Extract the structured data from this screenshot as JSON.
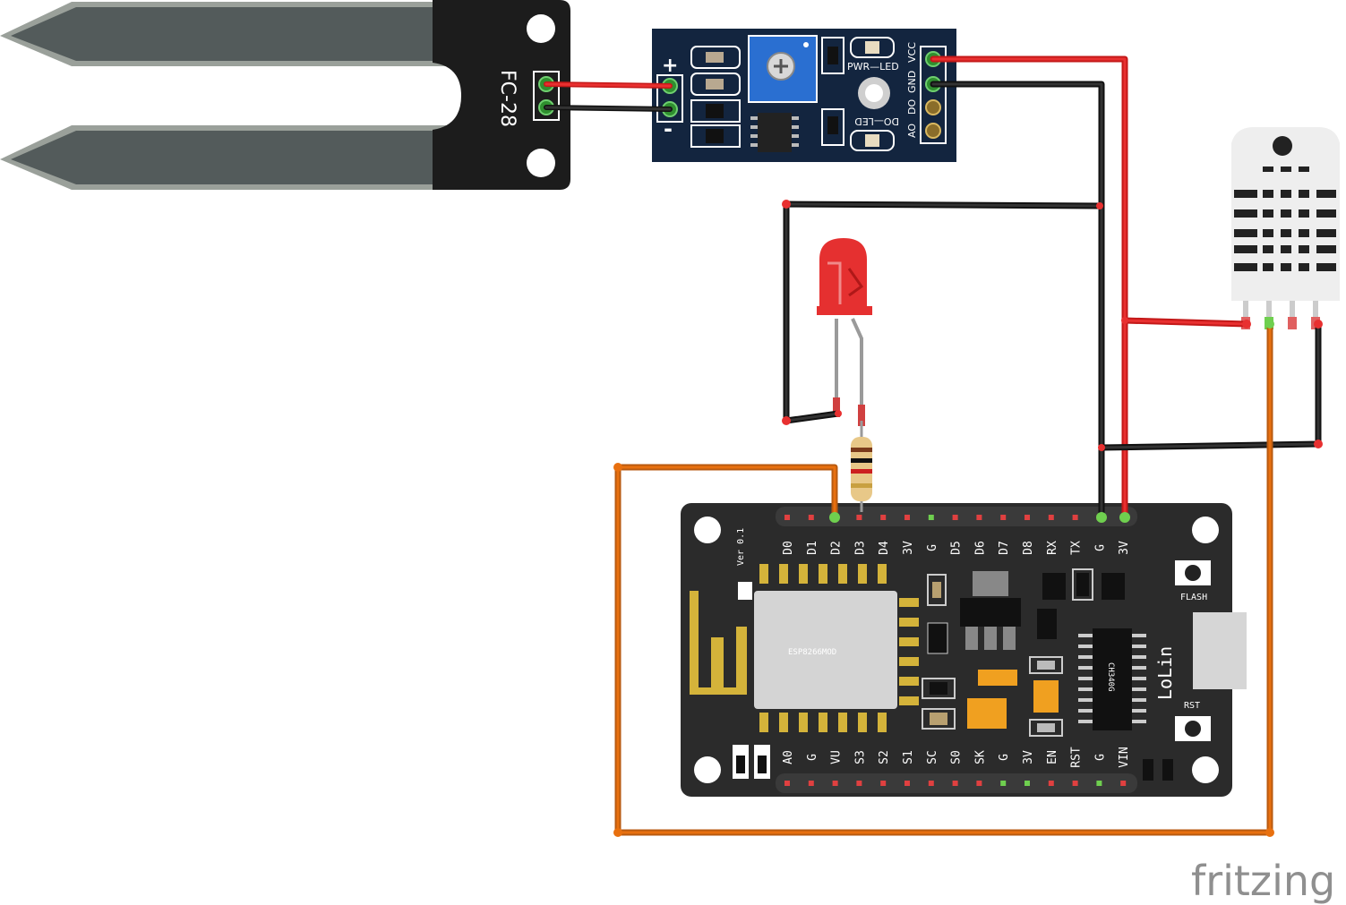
{
  "watermark": "fritzing",
  "soil_probe": {
    "label": "FC-28"
  },
  "comparator_module": {
    "plus": "+",
    "minus": "-",
    "pwr_led": "PWR—LED",
    "do_led": "DO—LED",
    "pins": [
      "VCC",
      "GND",
      "DO",
      "AO"
    ]
  },
  "dht_sensor": {},
  "led": {
    "color": "#e53030"
  },
  "resistor": {},
  "nodemcu": {
    "version": "Ver 0.1",
    "module": "ESP8266MOD",
    "brand": "LoLin",
    "usb_chip": "CH340G",
    "flash_button": "FLASH",
    "rst_button": "RST",
    "top_pins": [
      "D0",
      "D1",
      "D2",
      "D3",
      "D4",
      "3V",
      "G",
      "D5",
      "D6",
      "D7",
      "D8",
      "RX",
      "TX",
      "G",
      "3V"
    ],
    "bottom_pins": [
      "A0",
      "G",
      "VU",
      "S3",
      "S2",
      "S1",
      "SC",
      "S0",
      "SK",
      "G",
      "3V",
      "EN",
      "RST",
      "G",
      "VIN"
    ]
  },
  "wire_colors": {
    "power": "#e02020",
    "ground": "#262626",
    "signal": "#e8700f"
  }
}
